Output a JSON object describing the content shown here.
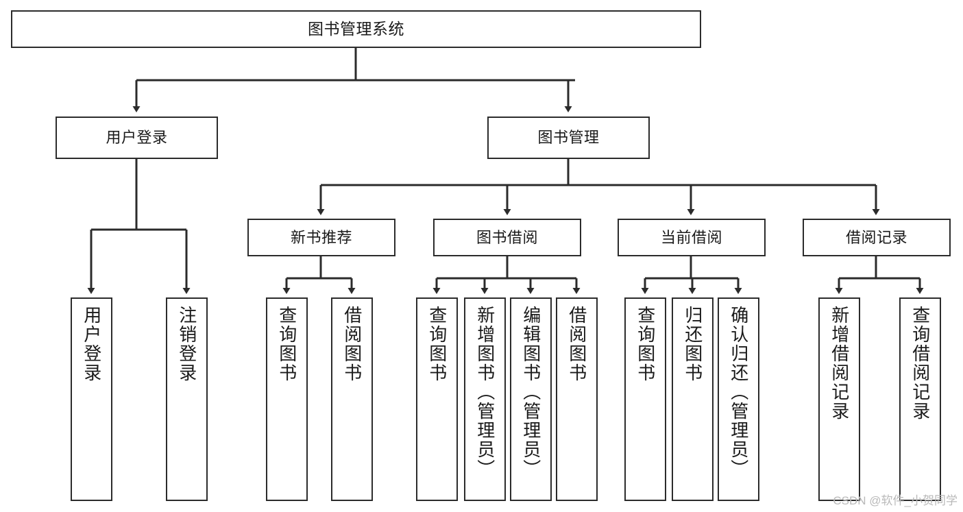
{
  "diagram": {
    "type": "tree-hierarchy",
    "title": "图书管理系统",
    "orientation": "top-down",
    "style": {
      "box_fill": "#ffffff",
      "box_stroke": "#2b2b2b",
      "edge_color": "#2b2b2b",
      "text_color": "#1a1a1a",
      "background": "#ffffff"
    },
    "nodes": {
      "root": {
        "label": "图书管理系统",
        "level": 0
      },
      "user_login": {
        "label": "用户登录",
        "level": 1
      },
      "book_manage": {
        "label": "图书管理",
        "level": 1
      },
      "new_book_rec": {
        "label": "新书推荐",
        "level": 2
      },
      "book_borrow": {
        "label": "图书借阅",
        "level": 2
      },
      "current_borrow": {
        "label": "当前借阅",
        "level": 2
      },
      "borrow_record": {
        "label": "借阅记录",
        "level": 2
      },
      "leaf_user_login": {
        "label": "用户登录",
        "level": 3
      },
      "leaf_logout": {
        "label": "注销登录",
        "level": 3
      },
      "leaf_query_book_1": {
        "label": "查询图书",
        "level": 3
      },
      "leaf_borrow_book_1": {
        "label": "借阅图书",
        "level": 3
      },
      "leaf_query_book_2": {
        "label": "查询图书",
        "level": 3
      },
      "leaf_add_book": {
        "label": "新增图书（管理员）",
        "level": 3
      },
      "leaf_edit_book": {
        "label": "编辑图书（管理员）",
        "level": 3
      },
      "leaf_borrow_book_2": {
        "label": "借阅图书",
        "level": 3
      },
      "leaf_query_book_3": {
        "label": "查询图书",
        "level": 3
      },
      "leaf_return_book": {
        "label": "归还图书",
        "level": 3
      },
      "leaf_confirm_return": {
        "label": "确认归还（管理员）",
        "level": 3
      },
      "leaf_add_record": {
        "label": "新增借阅记录",
        "level": 3
      },
      "leaf_query_record": {
        "label": "查询借阅记录",
        "level": 3
      }
    },
    "edges": [
      {
        "from": "root",
        "to": "user_login"
      },
      {
        "from": "root",
        "to": "book_manage"
      },
      {
        "from": "user_login",
        "to": "leaf_user_login"
      },
      {
        "from": "user_login",
        "to": "leaf_logout"
      },
      {
        "from": "book_manage",
        "to": "new_book_rec"
      },
      {
        "from": "book_manage",
        "to": "book_borrow"
      },
      {
        "from": "book_manage",
        "to": "current_borrow"
      },
      {
        "from": "book_manage",
        "to": "borrow_record"
      },
      {
        "from": "new_book_rec",
        "to": "leaf_query_book_1"
      },
      {
        "from": "new_book_rec",
        "to": "leaf_borrow_book_1"
      },
      {
        "from": "book_borrow",
        "to": "leaf_query_book_2"
      },
      {
        "from": "book_borrow",
        "to": "leaf_add_book"
      },
      {
        "from": "book_borrow",
        "to": "leaf_edit_book"
      },
      {
        "from": "book_borrow",
        "to": "leaf_borrow_book_2"
      },
      {
        "from": "current_borrow",
        "to": "leaf_query_book_3"
      },
      {
        "from": "current_borrow",
        "to": "leaf_return_book"
      },
      {
        "from": "current_borrow",
        "to": "leaf_confirm_return"
      },
      {
        "from": "borrow_record",
        "to": "leaf_add_record"
      },
      {
        "from": "borrow_record",
        "to": "leaf_query_record"
      }
    ]
  },
  "watermark": {
    "text": "CSDN @软件_小贺同学"
  }
}
